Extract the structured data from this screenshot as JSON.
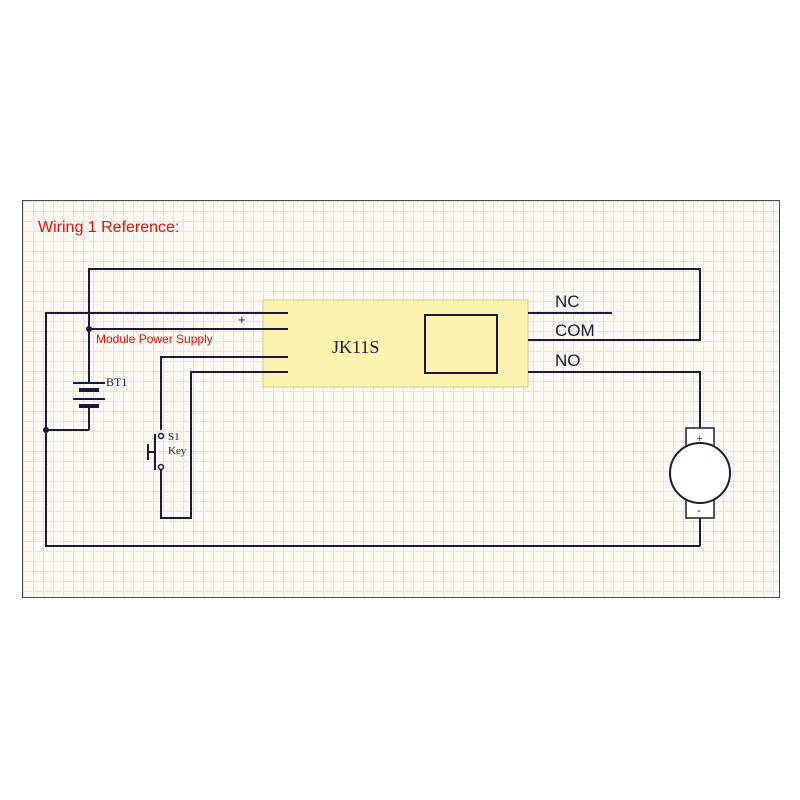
{
  "diagram": {
    "title": "Wiring 1 Reference:",
    "module_label": "JK11S",
    "power_supply_label": "Module Power Supply",
    "plus_sign": "+",
    "pins": {
      "nc": "NC",
      "com": "COM",
      "no": "NO"
    },
    "battery": {
      "label": "BT1"
    },
    "switch": {
      "ref": "S1",
      "name": "Key"
    },
    "motor": {
      "plus": "+",
      "minus": "-"
    }
  },
  "colors": {
    "module_fill": "#fdf3b0",
    "wire": "#1a1a3a",
    "label_red": "#e01010"
  }
}
